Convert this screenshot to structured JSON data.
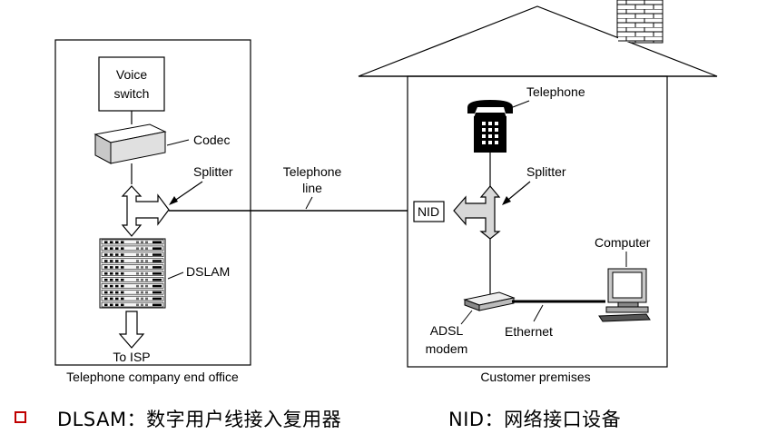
{
  "left_box": {
    "caption": "Telephone company end office",
    "voice_switch_line1": "Voice",
    "voice_switch_line2": "switch",
    "codec_label": "Codec",
    "splitter_label": "Splitter",
    "dslam_label": "DSLAM",
    "to_isp_label": "To ISP"
  },
  "line": {
    "label_line1": "Telephone",
    "label_line2": "line"
  },
  "house": {
    "caption": "Customer premises",
    "telephone_label": "Telephone",
    "splitter_label": "Splitter",
    "nid_label": "NID",
    "computer_label": "Computer",
    "adsl_line1": "ADSL",
    "adsl_line2": "modem",
    "ethernet_label": "Ethernet"
  },
  "notes": {
    "dslam_note": "DLSAM：数字用户线接入复用器",
    "nid_note": "NID：网络接口设备"
  },
  "colors": {
    "bullet": "#c00000",
    "line": "#000000"
  }
}
